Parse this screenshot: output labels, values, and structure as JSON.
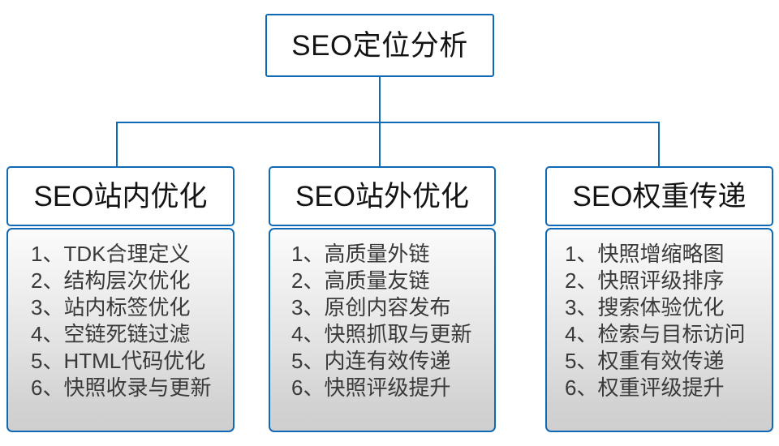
{
  "diagram": {
    "type": "tree",
    "title": "SEO定位分析",
    "accent_color": "#1069b5",
    "root": {
      "label": "SEO定位分析"
    },
    "branches": [
      {
        "header": "SEO站内优化",
        "items": [
          "1、TDK合理定义",
          "2、结构层次优化",
          "3、站内标签优化",
          "4、空链死链过滤",
          "5、HTML代码优化",
          "6、快照收录与更新"
        ]
      },
      {
        "header": "SEO站外优化",
        "items": [
          "1、高质量外链",
          "2、高质量友链",
          "3、原创内容发布",
          "4、快照抓取与更新",
          "5、内连有效传递",
          "6、快照评级提升"
        ]
      },
      {
        "header": "SEO权重传递",
        "items": [
          "1、快照增缩略图",
          "2、快照评级排序",
          "3、搜索体验优化",
          "4、检索与目标访问",
          "5、权重有效传递",
          "6、权重评级提升"
        ]
      }
    ]
  }
}
